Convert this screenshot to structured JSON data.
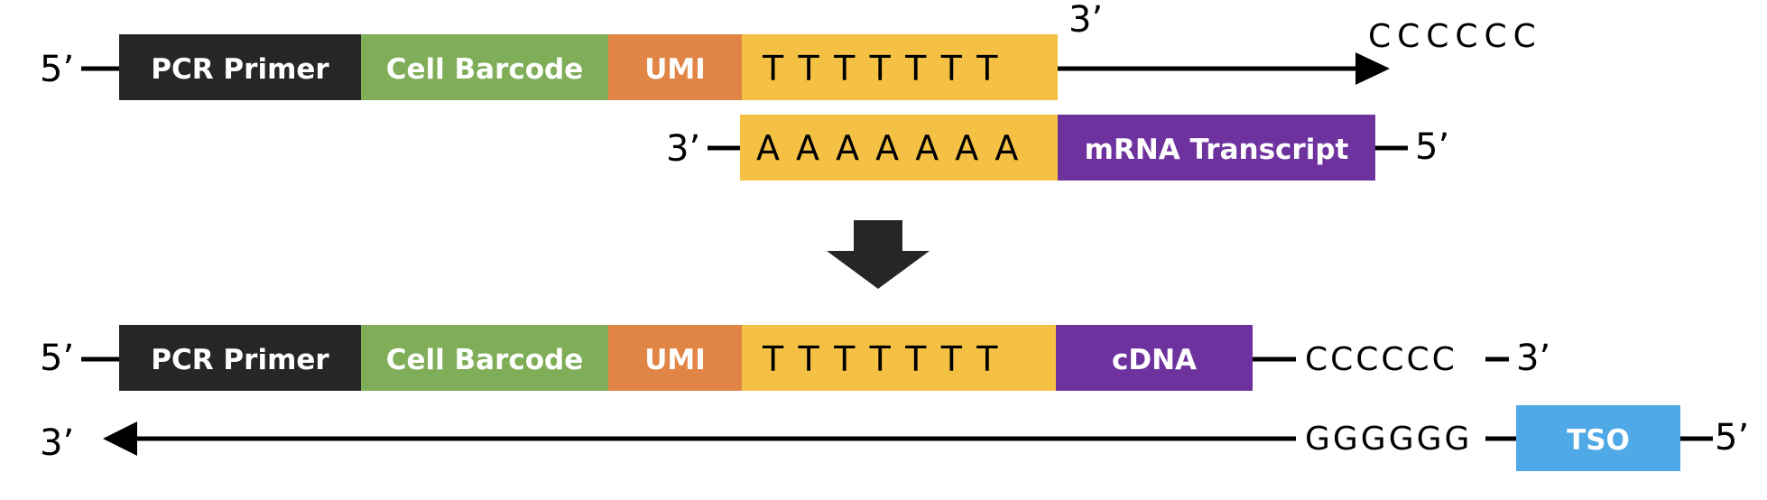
{
  "colors": {
    "pcr_primer": "#262626",
    "cell_barcode": "#7fad58",
    "umi": "#e08545",
    "poly_t": "#f5c144",
    "poly_a": "#f5c144",
    "mrna": "#6e329e",
    "cdna": "#6e329e",
    "tso": "#4fa9e6",
    "line": "#000000",
    "big_arrow": "#262626"
  },
  "top": {
    "capture": {
      "end5": "5’",
      "end3": "3’",
      "pcr_primer": "PCR Primer",
      "cell_barcode": "Cell Barcode",
      "umi": "UMI",
      "poly_t": "TTTTTTT",
      "c_overhang": "CCCCCC"
    },
    "transcript": {
      "end3": "3’",
      "poly_a": "AAAAAAA",
      "mrna": "mRNA Transcript",
      "end5": "5’"
    }
  },
  "bottom": {
    "product": {
      "end5": "5’",
      "pcr_primer": "PCR Primer",
      "cell_barcode": "Cell Barcode",
      "umi": "UMI",
      "poly_t": "TTTTTTT",
      "cdna": "cDNA",
      "c_overhang": "CCCCCC",
      "end3": "3’"
    },
    "tso_strand": {
      "end3": "3’",
      "g_seq": "GGGGGG",
      "tso": "TSO",
      "end5": "5’"
    }
  }
}
